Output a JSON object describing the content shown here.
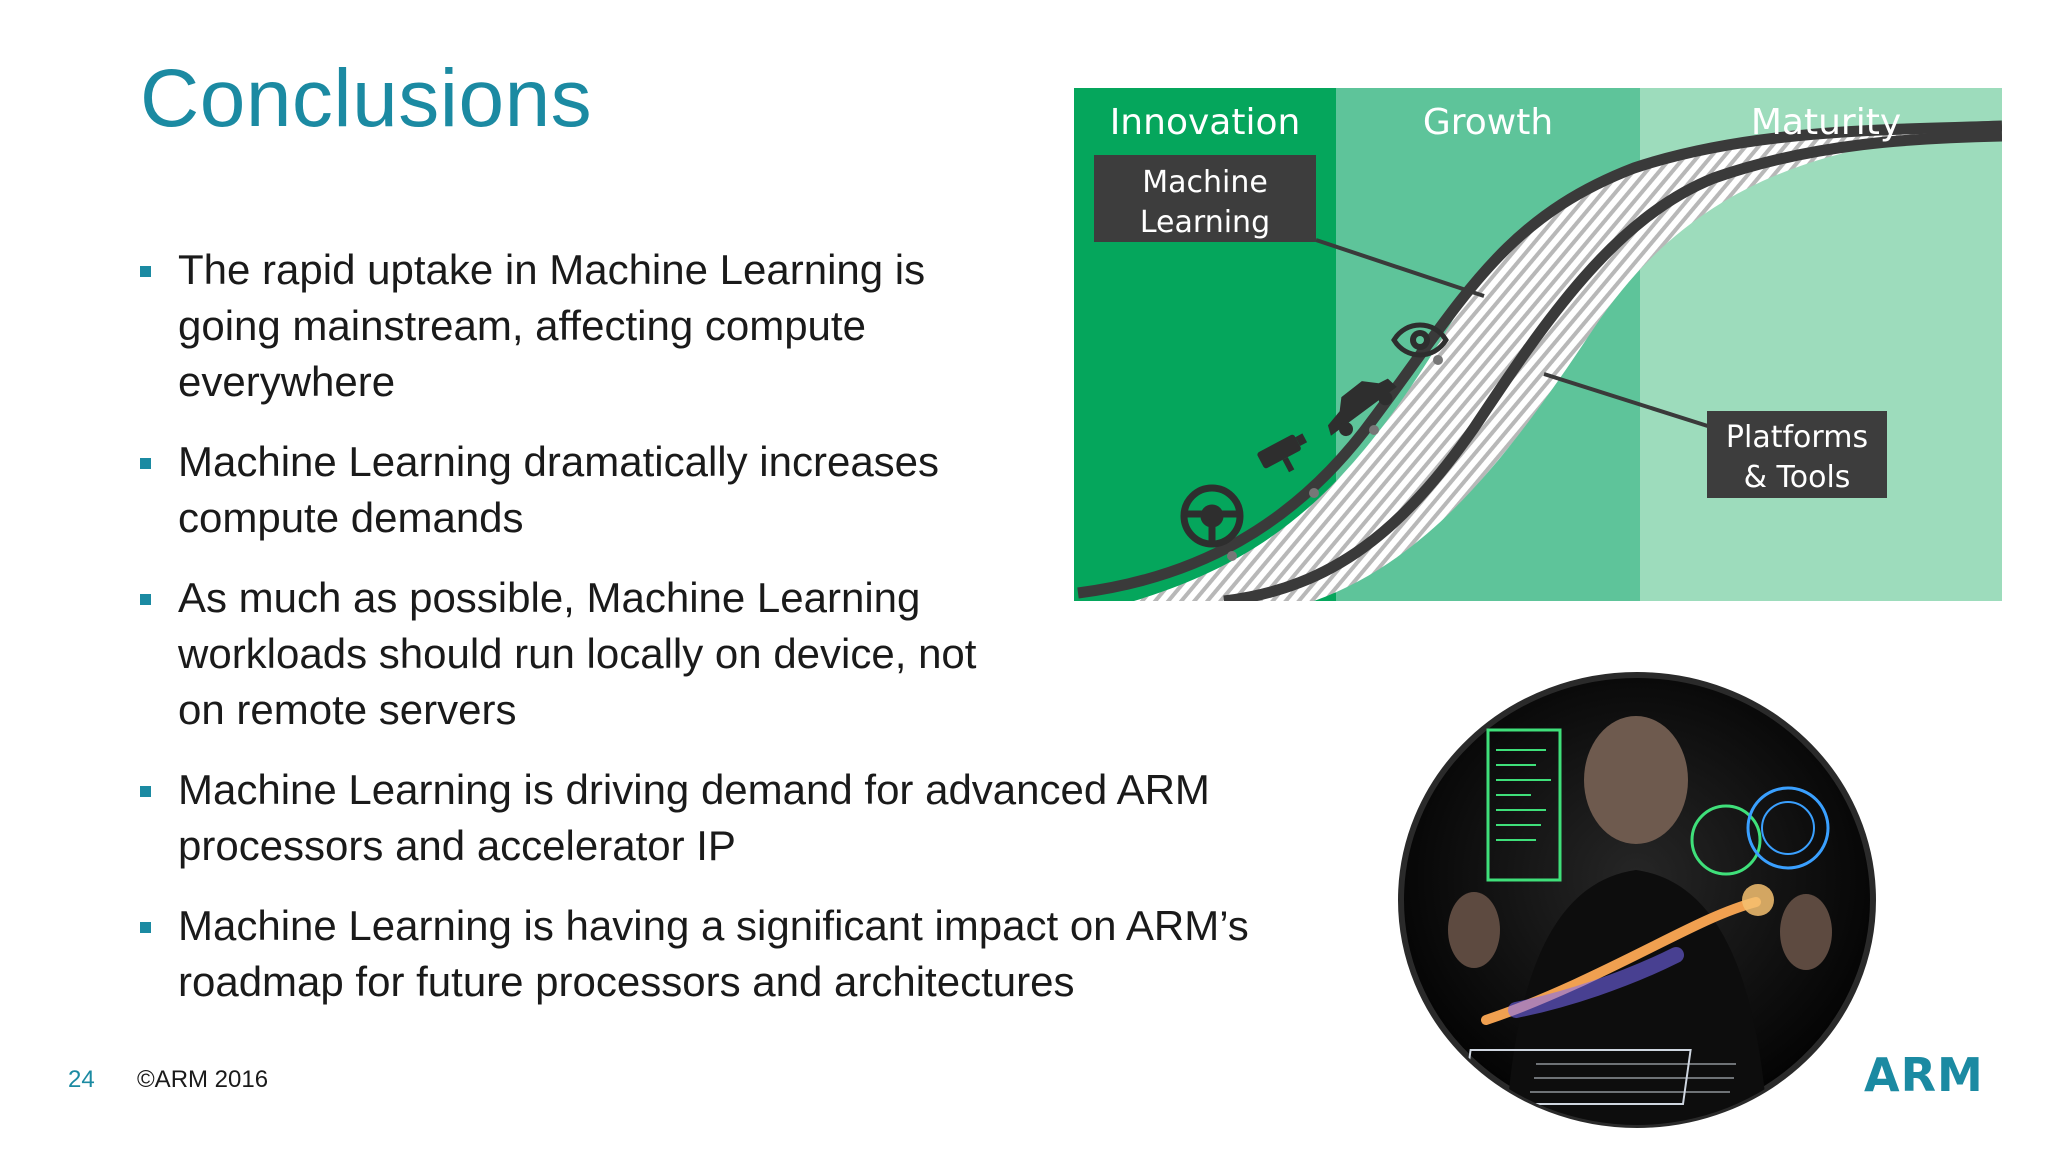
{
  "slide": {
    "title": "Conclusions",
    "bullets": [
      "The rapid uptake in Machine Learning is going mainstream, affecting compute everywhere",
      "Machine Learning dramatically increases compute demands",
      "As much as possible, Machine Learning workloads should run locally on device, not on remote servers",
      "Machine Learning is driving demand for advanced ARM processors and accelerator IP",
      "Machine Learning is having a significant impact on ARM’s roadmap for future processors and architectures"
    ],
    "page_number": "24",
    "copyright": "©ARM 2016",
    "logo_text": "ARM"
  },
  "diagram": {
    "phases": [
      "Innovation",
      "Growth",
      "Maturity"
    ],
    "callout_top_line1": "Machine",
    "callout_top_line2": "Learning",
    "callout_bottom_line1": "Platforms",
    "callout_bottom_line2": "& Tools",
    "icons": [
      "steering-wheel-icon",
      "security-camera-icon",
      "car-icon",
      "eye-icon"
    ]
  },
  "colors": {
    "accent": "#1b8aa2",
    "innovation": "#05a65c",
    "growth": "#5ec49a",
    "maturity": "#9ddcbc",
    "curve": "#3a3a3a",
    "callout_bg": "#3d3d3d"
  }
}
